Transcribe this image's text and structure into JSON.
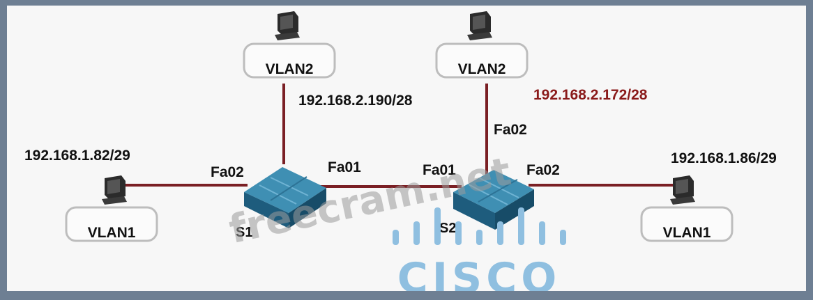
{
  "colors": {
    "link": "#7a1f24",
    "switch_top": "#3f8fb3",
    "switch_side": "#1e5c7d",
    "pc": "#2b2b2b",
    "cisco_blue": "#8fbfe0"
  },
  "hosts": [
    {
      "id": "pc-vlan2-left",
      "vlan": "VLAN2",
      "ip": "192.168.2.190/28"
    },
    {
      "id": "pc-vlan2-right",
      "vlan": "VLAN2",
      "ip": "192.168.2.172/28"
    },
    {
      "id": "pc-vlan1-left",
      "vlan": "VLAN1",
      "ip": "192.168.1.82/29"
    },
    {
      "id": "pc-vlan1-right",
      "vlan": "VLAN1",
      "ip": "192.168.1.86/29"
    }
  ],
  "switches": [
    {
      "id": "s1",
      "name": "S1",
      "ports": [
        "Fa02",
        "Fa01"
      ]
    },
    {
      "id": "s2",
      "name": "S2",
      "ports": [
        "Fa01",
        "Fa02",
        "Fa02"
      ]
    }
  ],
  "watermark": "freecram.net",
  "logo_text": "CISCO"
}
